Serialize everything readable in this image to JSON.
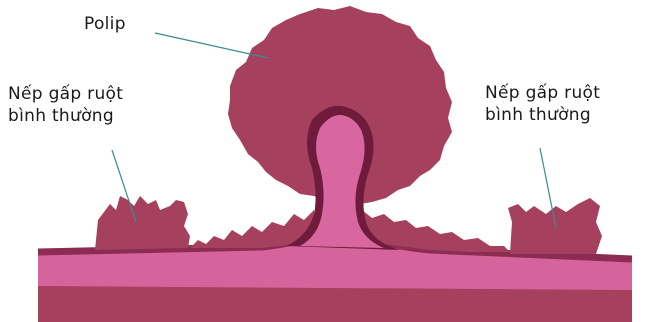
{
  "labels": {
    "polyp": "Polip",
    "fold_left": {
      "line1": "Nếp gấp ruột",
      "line2": "bình thường"
    },
    "fold_right": {
      "line1": "Nếp gấp ruột",
      "line2": "bình thường"
    }
  },
  "colors": {
    "polyp_tissue": "#a6405f",
    "wall_light": "#d6649c",
    "wall_dark": "#8c2c52",
    "stalk_core": "#d8669f",
    "outline": "#6e1b3c",
    "leader_line": "#3a8c8c"
  }
}
